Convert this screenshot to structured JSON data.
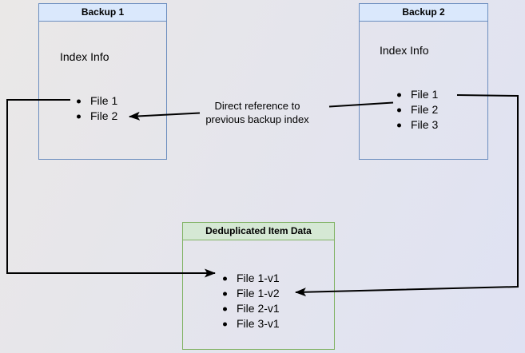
{
  "diagram": {
    "backup1": {
      "title": "Backup 1",
      "subtitle": "Index Info",
      "items": [
        "File 1",
        "File 2"
      ]
    },
    "backup2": {
      "title": "Backup 2",
      "subtitle": "Index Info",
      "items": [
        "File 1",
        "File 2",
        "File 3"
      ]
    },
    "dedup": {
      "title": "Deduplicated Item Data",
      "items": [
        "File 1-v1",
        "File 1-v2",
        "File 2-v1",
        "File 3-v1"
      ]
    },
    "annotation": {
      "line1": "Direct reference to",
      "line2": "previous backup index"
    },
    "colors": {
      "blue_header_fill": "#dae8fc",
      "blue_border": "#6c8ebf",
      "green_header_fill": "#d5e8d4",
      "green_border": "#82b366",
      "connector": "#000000"
    }
  }
}
